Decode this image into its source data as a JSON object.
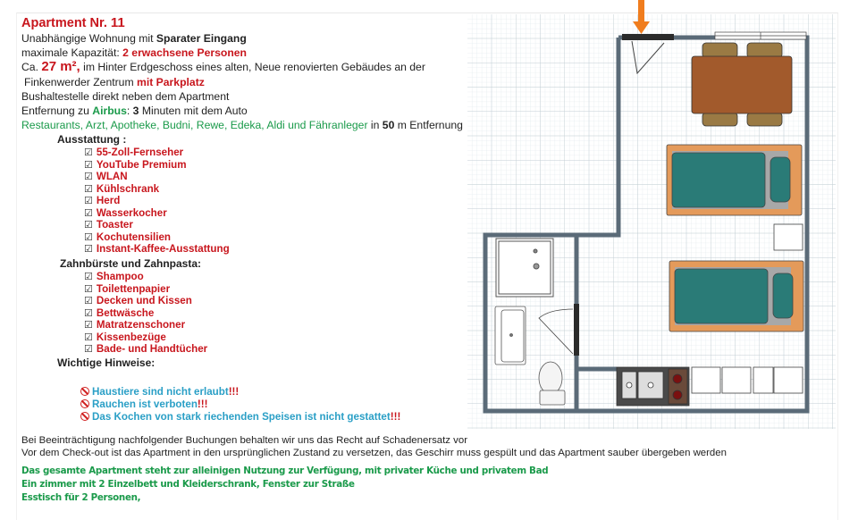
{
  "title_prefix": "Apartment Nr.",
  "title_number": "11",
  "line1": {
    "text": "Unabhängige Wohnung mit ",
    "bold": "Sparater Eingang"
  },
  "line2": {
    "text": "maximale Kapazität: ",
    "highlight": "2 erwachsene Personen"
  },
  "line3": {
    "prefix": "Ca. ",
    "size": "27 m²,",
    "text": " im Hinter Erdgeschoss eines alten, Neue renovierten Gebäudes an der"
  },
  "line4": {
    "text": "Finkenwerder Zentrum ",
    "highlight": "mit Parkplatz"
  },
  "line5": "Bushaltestelle direkt neben dem Apartment",
  "line6": {
    "prefix": "Entfernung zu ",
    "place": "Airbus",
    "sep": ": ",
    "minutes": "3",
    "suffix": " Minuten mit dem Auto"
  },
  "line7": {
    "places": "Restaurants, Arzt, Apotheke, Budni, Rewe, Edeka, Aldi und Fähranleger",
    "mid": " in ",
    "distance": "50",
    "suffix": " m Entfernung"
  },
  "equipment_heading": "Ausstattung  :",
  "checkbox_glyph": "☑",
  "equipment": [
    "55-Zoll-Fernseher",
    "YouTube Premium",
    "WLAN",
    "Kühlschrank",
    "Herd",
    "Wasserkocher",
    "Toaster",
    "Kochutensilien",
    "Instant-Kaffee-Ausstattung"
  ],
  "toiletries_heading": "Zahnbürste und Zahnpasta:",
  "toiletries": [
    "Shampoo",
    "Toilettenpapier",
    "Decken und Kissen",
    "Bettwäsche",
    "Matratzenschoner",
    "Kissenbezüge",
    "Bade- und Handtücher"
  ],
  "notes_heading": "Wichtige Hinweise:",
  "warnings": [
    {
      "text": "Haustiere sind nicht erlaubt",
      "bang": "!!!"
    },
    {
      "text": "Rauchen ist verboten",
      "bang": "!!!"
    },
    {
      "text": "Das Kochen von stark riechenden Speisen ist nicht gestattet",
      "bang": "!!!"
    }
  ],
  "footer": [
    "Bei Beeinträchtigung nachfolgender Buchungen behalten wir uns das Recht auf Schadenersatz vor",
    "Vor dem Check-out ist das Apartment in den ursprünglichen Zustand zu versetzen, das Geschirr muss gespült und das Apartment sauber übergeben werden"
  ],
  "green_footer": [
    "Das gesamte Apartment steht zur alleinigen Nutzung zur Verfügung, mit privater Küche und privatem Bad",
    "Ein zimmer mit  2 Einzelbett und Kleiderschrank, Fenster zur Straße",
    "Esstisch für 2 Personen,"
  ],
  "colors": {
    "red": "#c8161d",
    "green": "#1a9a4a",
    "blue": "#2a9fc6",
    "wall": "#5b6b78",
    "arrow": "#f07d1e",
    "table": "#a25a2c",
    "bed": "#2a7b77"
  }
}
